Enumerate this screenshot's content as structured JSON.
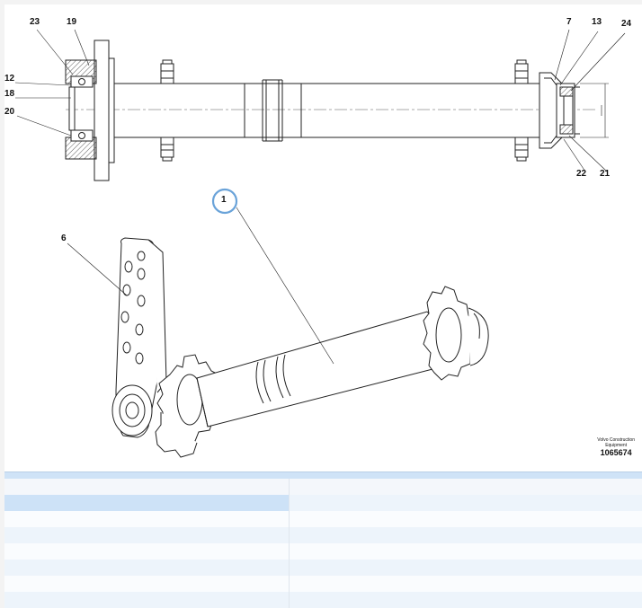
{
  "callouts": {
    "c23": "23",
    "c19": "19",
    "c12": "12",
    "c18": "18",
    "c20": "20",
    "c7": "7",
    "c13": "13",
    "c24": "24",
    "c22": "22",
    "c21": "21",
    "c6": "6",
    "c1": "1"
  },
  "brand": {
    "line1": "Volvo Construction",
    "line2": "Equipment",
    "number": "1065674"
  },
  "colors": {
    "line": "#222222",
    "highlight_ring": "#6aa3d9",
    "table_selected": "#cde2f7",
    "table_header": "#cfe3f7"
  },
  "table": {
    "rows": [
      {
        "c1": "",
        "c2": ""
      },
      {
        "c1": "",
        "c2": ""
      },
      {
        "c1": "",
        "c2": ""
      },
      {
        "c1": "",
        "c2": ""
      },
      {
        "c1": "",
        "c2": ""
      },
      {
        "c1": "",
        "c2": ""
      },
      {
        "c1": "",
        "c2": ""
      },
      {
        "c1": "",
        "c2": ""
      }
    ]
  }
}
